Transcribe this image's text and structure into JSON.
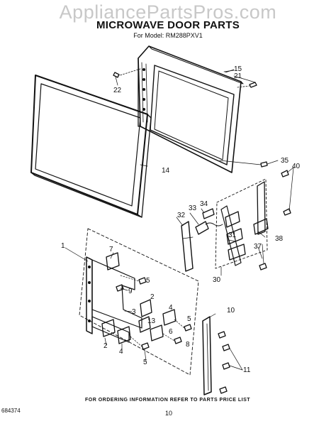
{
  "header": {
    "watermark": "AppliancePartsPros.com",
    "title": "MICROWAVE DOOR PARTS",
    "model": "For Model: RM288PXV1"
  },
  "callouts": [
    {
      "id": "c1",
      "text": "1"
    },
    {
      "id": "c2a",
      "text": "2"
    },
    {
      "id": "c2b",
      "text": "2"
    },
    {
      "id": "c3",
      "text": "3"
    },
    {
      "id": "c4a",
      "text": "4"
    },
    {
      "id": "c4b",
      "text": "4"
    },
    {
      "id": "c5a",
      "text": "5"
    },
    {
      "id": "c5b",
      "text": "5"
    },
    {
      "id": "c5c",
      "text": "5"
    },
    {
      "id": "c6",
      "text": "6"
    },
    {
      "id": "c7",
      "text": "7"
    },
    {
      "id": "c8",
      "text": "8"
    },
    {
      "id": "c9",
      "text": "9"
    },
    {
      "id": "c10",
      "text": "10"
    },
    {
      "id": "c11",
      "text": "11"
    },
    {
      "id": "c13",
      "text": "13"
    },
    {
      "id": "c14",
      "text": "14"
    },
    {
      "id": "c15",
      "text": "15"
    },
    {
      "id": "c21",
      "text": "21"
    },
    {
      "id": "c22",
      "text": "22"
    },
    {
      "id": "c30",
      "text": "30"
    },
    {
      "id": "c31",
      "text": "31"
    },
    {
      "id": "c32",
      "text": "32"
    },
    {
      "id": "c33",
      "text": "33"
    },
    {
      "id": "c34",
      "text": "34"
    },
    {
      "id": "c35",
      "text": "35"
    },
    {
      "id": "c37",
      "text": "37"
    },
    {
      "id": "c38",
      "text": "38"
    },
    {
      "id": "c40",
      "text": "40"
    }
  ],
  "footer": {
    "note": "FOR ORDERING INFORMATION REFER TO PARTS PRICE LIST",
    "doc_id": "684374",
    "page": "10"
  }
}
